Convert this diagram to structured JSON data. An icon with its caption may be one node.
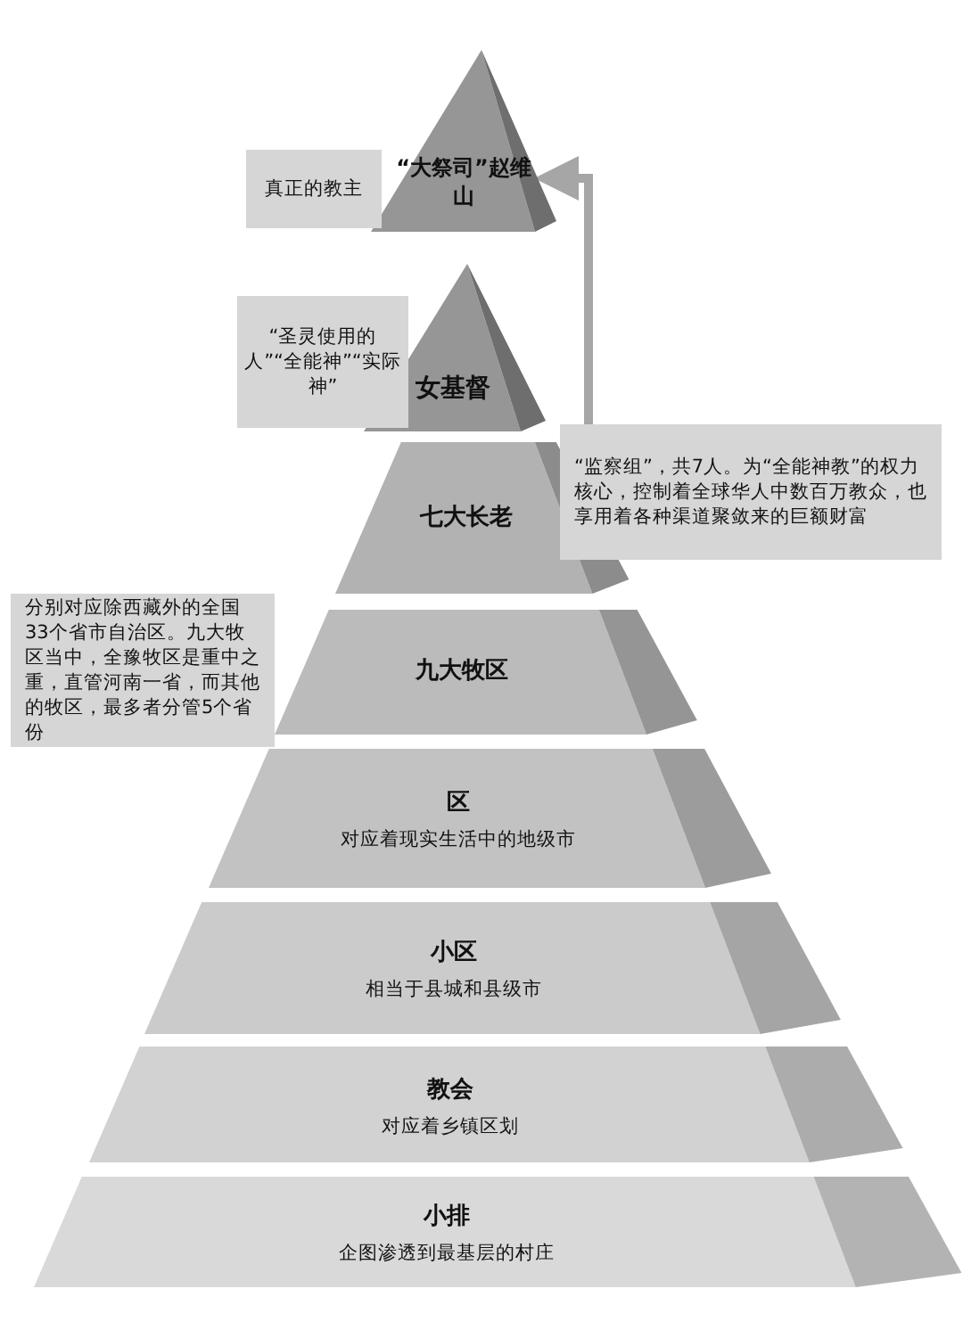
{
  "diagram": {
    "nodes": [
      {
        "text": [
          "“大祭司”赵维山"
        ]
      },
      {
        "text": [
          "真正的教主"
        ]
      },
      {
        "text": [
          "女基督"
        ]
      },
      {
        "text": [
          "“圣灵使用的人”“全能神”“实际神”"
        ]
      },
      {
        "text": [
          "七大长老"
        ]
      },
      {
        "text": [
          "“监察组”，共7人。为“全能神教”的权力核心，控制着全球华人中数百万教众，也享用着各种渠道聚敛来的巨额财富"
        ]
      },
      {
        "text": [
          "九大牧区"
        ]
      },
      {
        "text": [
          "分别对应除西藏外的全国33个省市自治区。九大牧区当中，全豫牧区是重中之重，直管河南一省，而其他的牧区，最多者分管5个省份"
        ]
      },
      {
        "text": [
          "区",
          "对应着现实生活中的地级市"
        ]
      },
      {
        "text": [
          "小区",
          "相当于县城和县级市"
        ]
      },
      {
        "text": [
          "教会",
          "对应着乡镇区划"
        ]
      },
      {
        "text": [
          "小排",
          "企图渗透到最基层的村庄"
        ]
      }
    ],
    "edges": [
      {
        "from": 5,
        "to": 0,
        "arrow": "to"
      }
    ]
  }
}
